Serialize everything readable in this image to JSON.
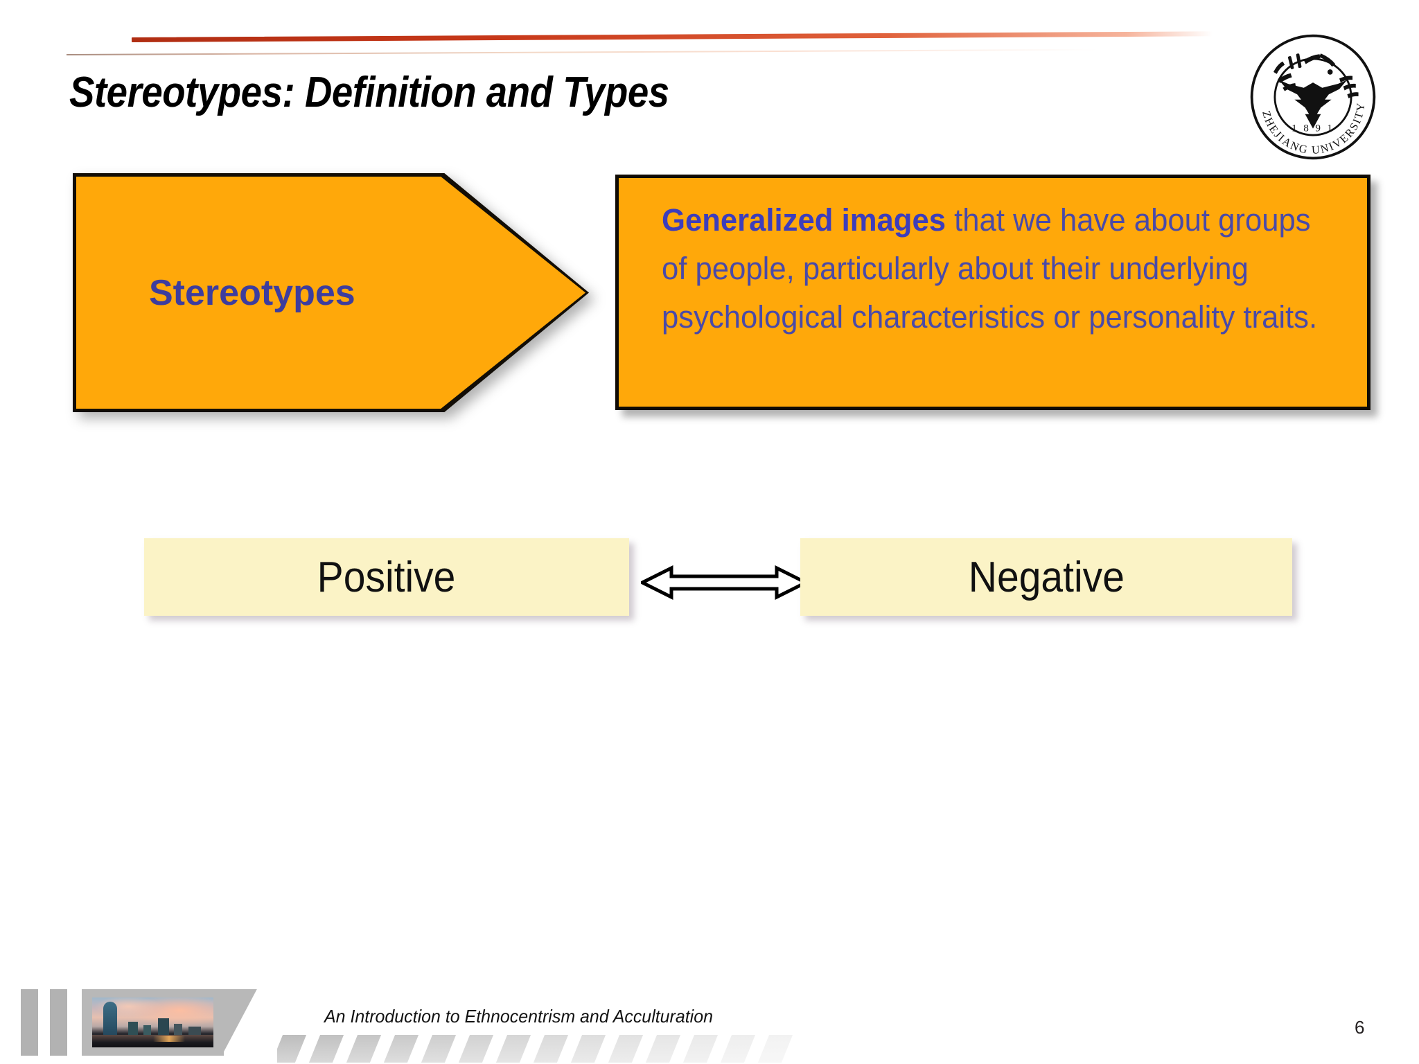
{
  "slide": {
    "title": "Stereotypes: Definition and Types",
    "page_number": "6",
    "accent_rule_color": "#c8391a",
    "accent_rule_color_secondary": "#d9b5a4"
  },
  "logo": {
    "name": "Zhejiang University seal",
    "year": "1891",
    "ring_text": "ZHEJIANG UNIVERSITY"
  },
  "diagram": {
    "chevron": {
      "label": "Stereotypes",
      "fill_color": "#FFA80A",
      "border_color": "#100b05",
      "text_color": "#3d3d9e"
    },
    "definition": {
      "emphasis": "Generalized images",
      "body": " that we have about groups of people, particularly about their underlying psychological characteristics or personality traits.",
      "fill_color": "#FFA80A",
      "border_color": "#100b05",
      "text_color": "#4a4aa8"
    },
    "types": [
      {
        "label": "Positive",
        "fill_color": "#FBF3C6",
        "text_color": "#111111"
      },
      {
        "label": "Negative",
        "fill_color": "#FBF3C6",
        "text_color": "#111111"
      }
    ],
    "connector": {
      "name": "double-headed-arrow",
      "fill_color": "#ffffff",
      "outline_color": "#000000"
    }
  },
  "footer": {
    "caption": "An Introduction to Ethnocentrism and Acculturation",
    "photo_alt": "City skyline at dusk reflected in water",
    "bar_color": "#b2b2b2",
    "stripe_color": "#c9c9c9"
  }
}
